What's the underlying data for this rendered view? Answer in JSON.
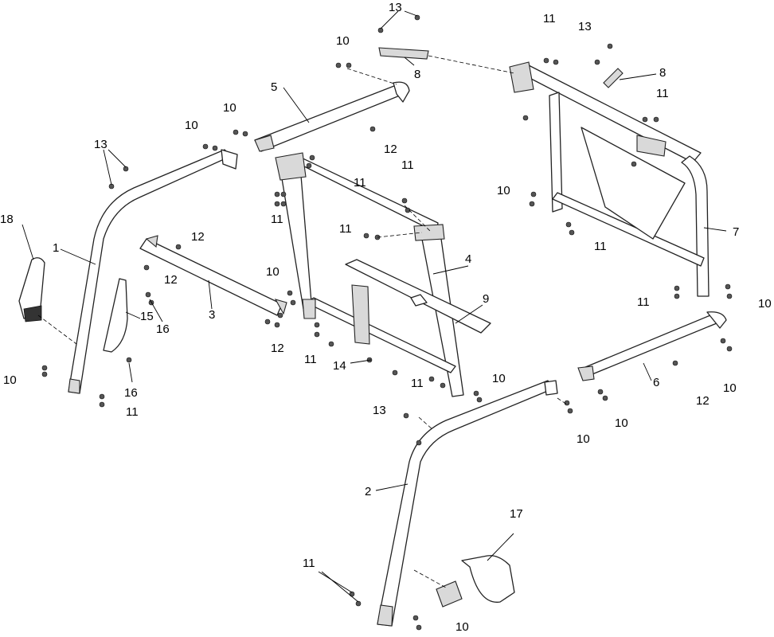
{
  "callouts": {
    "p1": "1",
    "p2": "2",
    "p3": "3",
    "p4": "4",
    "p5": "5",
    "p6": "6",
    "p7": "7",
    "p8a": "8",
    "p8b": "8",
    "p9": "9",
    "p10": "10",
    "p11": "11",
    "p12": "12",
    "p13": "13",
    "p14": "14",
    "p15": "15",
    "p16": "16",
    "p17": "17",
    "p18": "18"
  }
}
